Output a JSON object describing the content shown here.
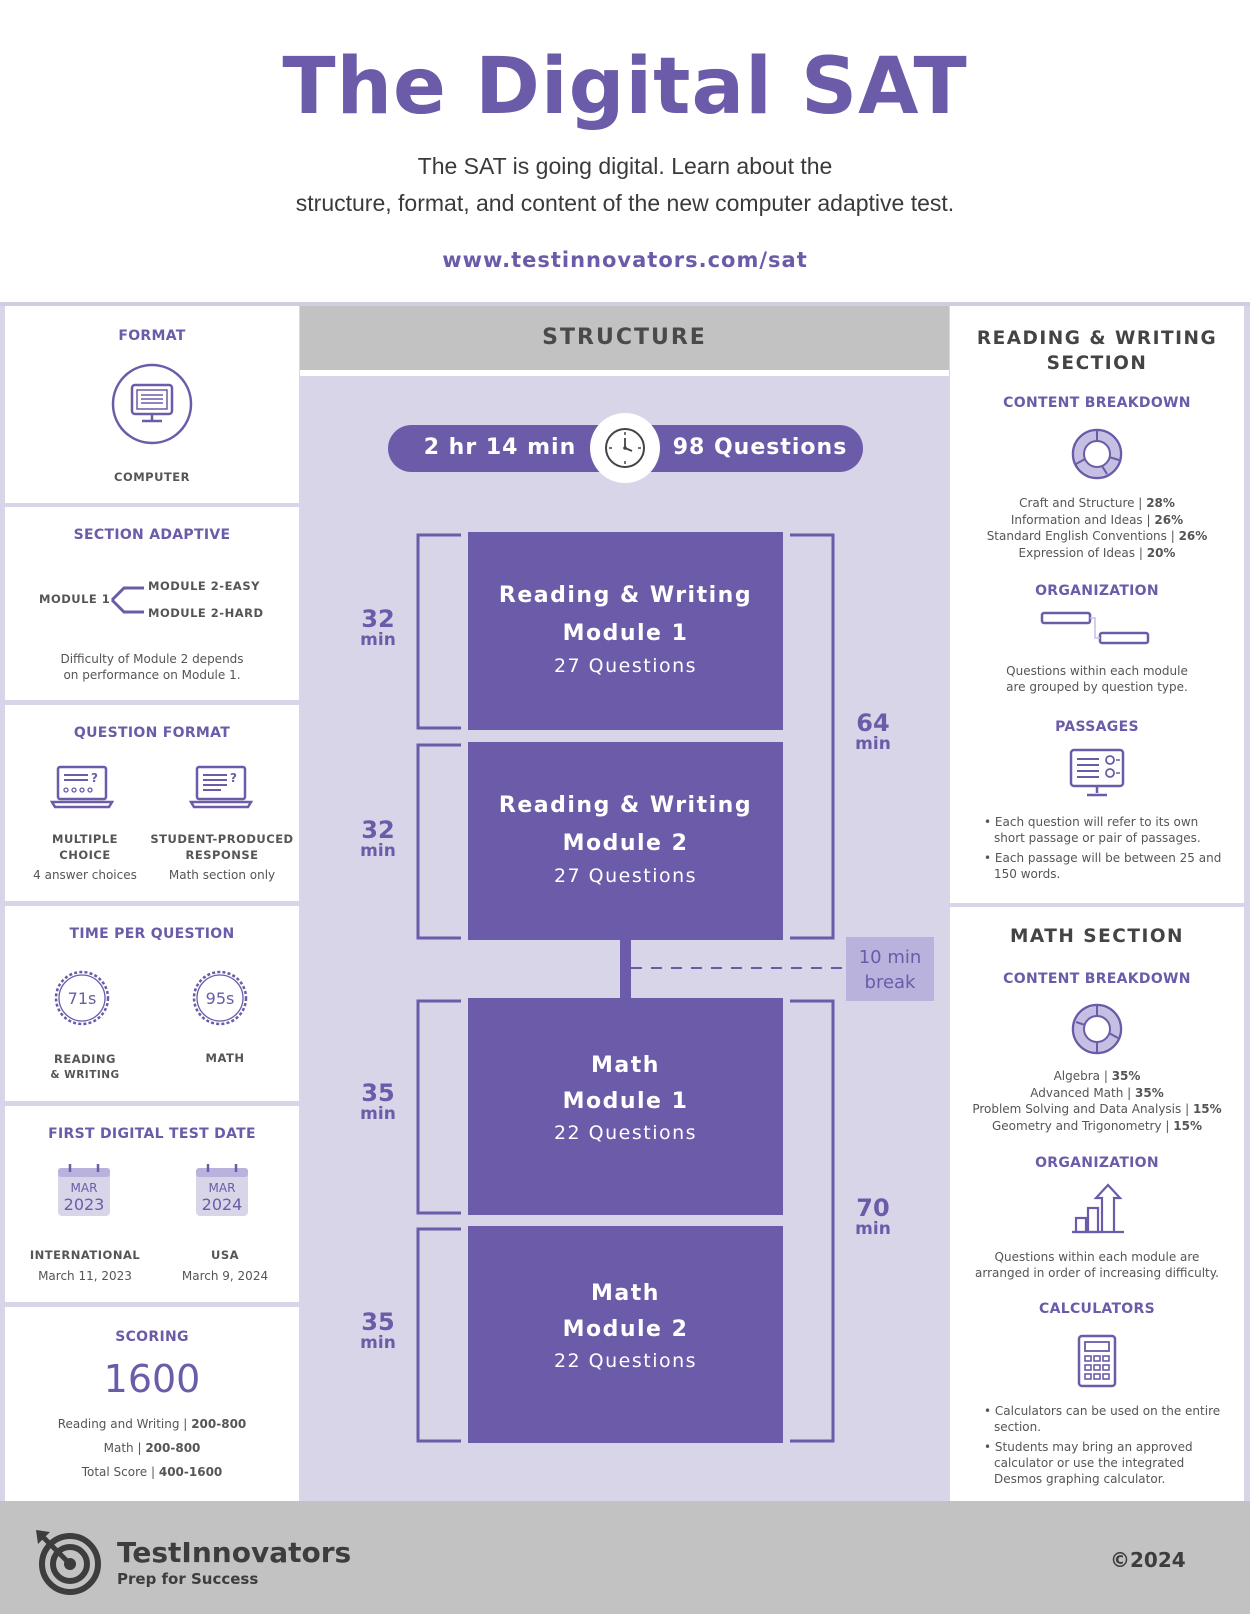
{
  "header": {
    "title": "The Digital SAT",
    "subtitle_line1": "The SAT is going digital. Learn about the",
    "subtitle_line2": "structure, format, and content of the new computer adaptive test.",
    "url": "www.testinnovators.com/sat"
  },
  "left": {
    "format": {
      "heading": "FORMAT",
      "label": "COMPUTER",
      "icon": "computer-icon"
    },
    "adaptive": {
      "heading": "SECTION ADAPTIVE",
      "module1": "MODULE 1",
      "easy": "MODULE 2-EASY",
      "hard": "MODULE 2-HARD",
      "note_line1": "Difficulty of Module 2 depends",
      "note_line2": "on performance on Module 1."
    },
    "question_format": {
      "heading": "QUESTION FORMAT",
      "mc_line1": "MULTIPLE",
      "mc_line2": "CHOICE",
      "mc_sub": "4 answer choices",
      "sp_line1": "STUDENT-PRODUCED",
      "sp_line2": "RESPONSE",
      "sp_sub": "Math section only"
    },
    "time_per_question": {
      "heading": "TIME PER QUESTION",
      "rw_time": "71s",
      "rw_line1": "READING",
      "rw_line2": "& WRITING",
      "math_time": "95s",
      "math_label": "MATH"
    },
    "first_date": {
      "heading": "FIRST DIGITAL TEST DATE",
      "intl_month": "MAR",
      "intl_year": "2023",
      "intl_label": "INTERNATIONAL",
      "intl_date": "March 11, 2023",
      "usa_month": "MAR",
      "usa_year": "2024",
      "usa_label": "USA",
      "usa_date": "March 9, 2024"
    },
    "scoring": {
      "heading": "SCORING",
      "total": "1600",
      "rw_label": "Reading and Writing |",
      "rw_range": "200-800",
      "math_label": "Math |",
      "math_range": "200-800",
      "total_label": "Total Score |",
      "total_range": "400-1600"
    }
  },
  "structure": {
    "heading": "STRUCTURE",
    "total_time": "2 hr 14 min",
    "total_questions": "98 Questions",
    "modules": [
      {
        "line1": "Reading & Writing",
        "line2": "Module 1",
        "questions": "27 Questions",
        "min_num": "32",
        "min_unit": "min"
      },
      {
        "line1": "Reading & Writing",
        "line2": "Module 2",
        "questions": "27 Questions",
        "min_num": "32",
        "min_unit": "min"
      },
      {
        "line1": "Math",
        "line2": "Module 1",
        "questions": "22 Questions",
        "min_num": "35",
        "min_unit": "min"
      },
      {
        "line1": "Math",
        "line2": "Module 2",
        "questions": "22 Questions",
        "min_num": "35",
        "min_unit": "min"
      }
    ],
    "rw_total_num": "64",
    "rw_total_unit": "min",
    "math_total_num": "70",
    "math_total_unit": "min",
    "break_line1": "10 min",
    "break_line2": "break"
  },
  "right": {
    "rw": {
      "heading_line1": "READING & WRITING",
      "heading_line2": "SECTION",
      "content_heading": "CONTENT BREAKDOWN",
      "breakdown": [
        {
          "name": "Craft and Structure |",
          "pct": "28%"
        },
        {
          "name": "Information and Ideas |",
          "pct": "26%"
        },
        {
          "name": "Standard English Conventions |",
          "pct": "26%"
        },
        {
          "name": "Expression of Ideas |",
          "pct": "20%"
        }
      ],
      "org_heading": "ORGANIZATION",
      "org_line1": "Questions within each module",
      "org_line2": "are grouped by question type.",
      "passages_heading": "PASSAGES",
      "passage_b1": "Each question will refer to its own short passage or pair of passages.",
      "passage_b2": "Each passage will be between 25 and 150 words."
    },
    "math": {
      "heading": "MATH SECTION",
      "content_heading": "CONTENT BREAKDOWN",
      "breakdown": [
        {
          "name": "Algebra |",
          "pct": "35%"
        },
        {
          "name": "Advanced Math |",
          "pct": "35%"
        },
        {
          "name": "Problem Solving and Data Analysis |",
          "pct": "15%"
        },
        {
          "name": "Geometry and Trigonometry |",
          "pct": "15%"
        }
      ],
      "org_heading": "ORGANIZATION",
      "org_line1": "Questions within each module are",
      "org_line2": "arranged in order of increasing difficulty.",
      "calc_heading": "CALCULATORS",
      "calc_b1": "Calculators can be used on the entire section.",
      "calc_b2": "Students may bring an approved calculator or use the integrated Desmos graphing calculator."
    }
  },
  "footer": {
    "brand": "TestInnovators",
    "tagline": "Prep for Success",
    "copyright": "©2024"
  },
  "colors": {
    "accent": "#6b5ba8",
    "light": "#d8d5e9",
    "gray": "#c3c2c3"
  }
}
